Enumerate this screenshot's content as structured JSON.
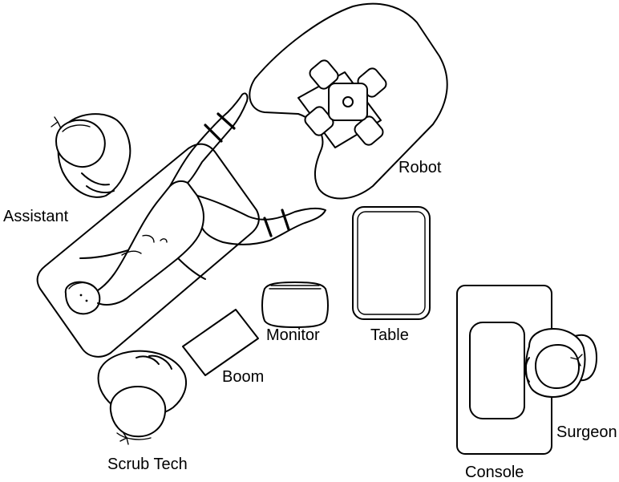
{
  "labels": {
    "robot": "Robot",
    "assistant": "Assistant",
    "table": "Table",
    "monitor": "Monitor",
    "boom": "Boom",
    "scrub_tech": "Scrub Tech",
    "surgeon": "Surgeon",
    "console": "Console"
  }
}
